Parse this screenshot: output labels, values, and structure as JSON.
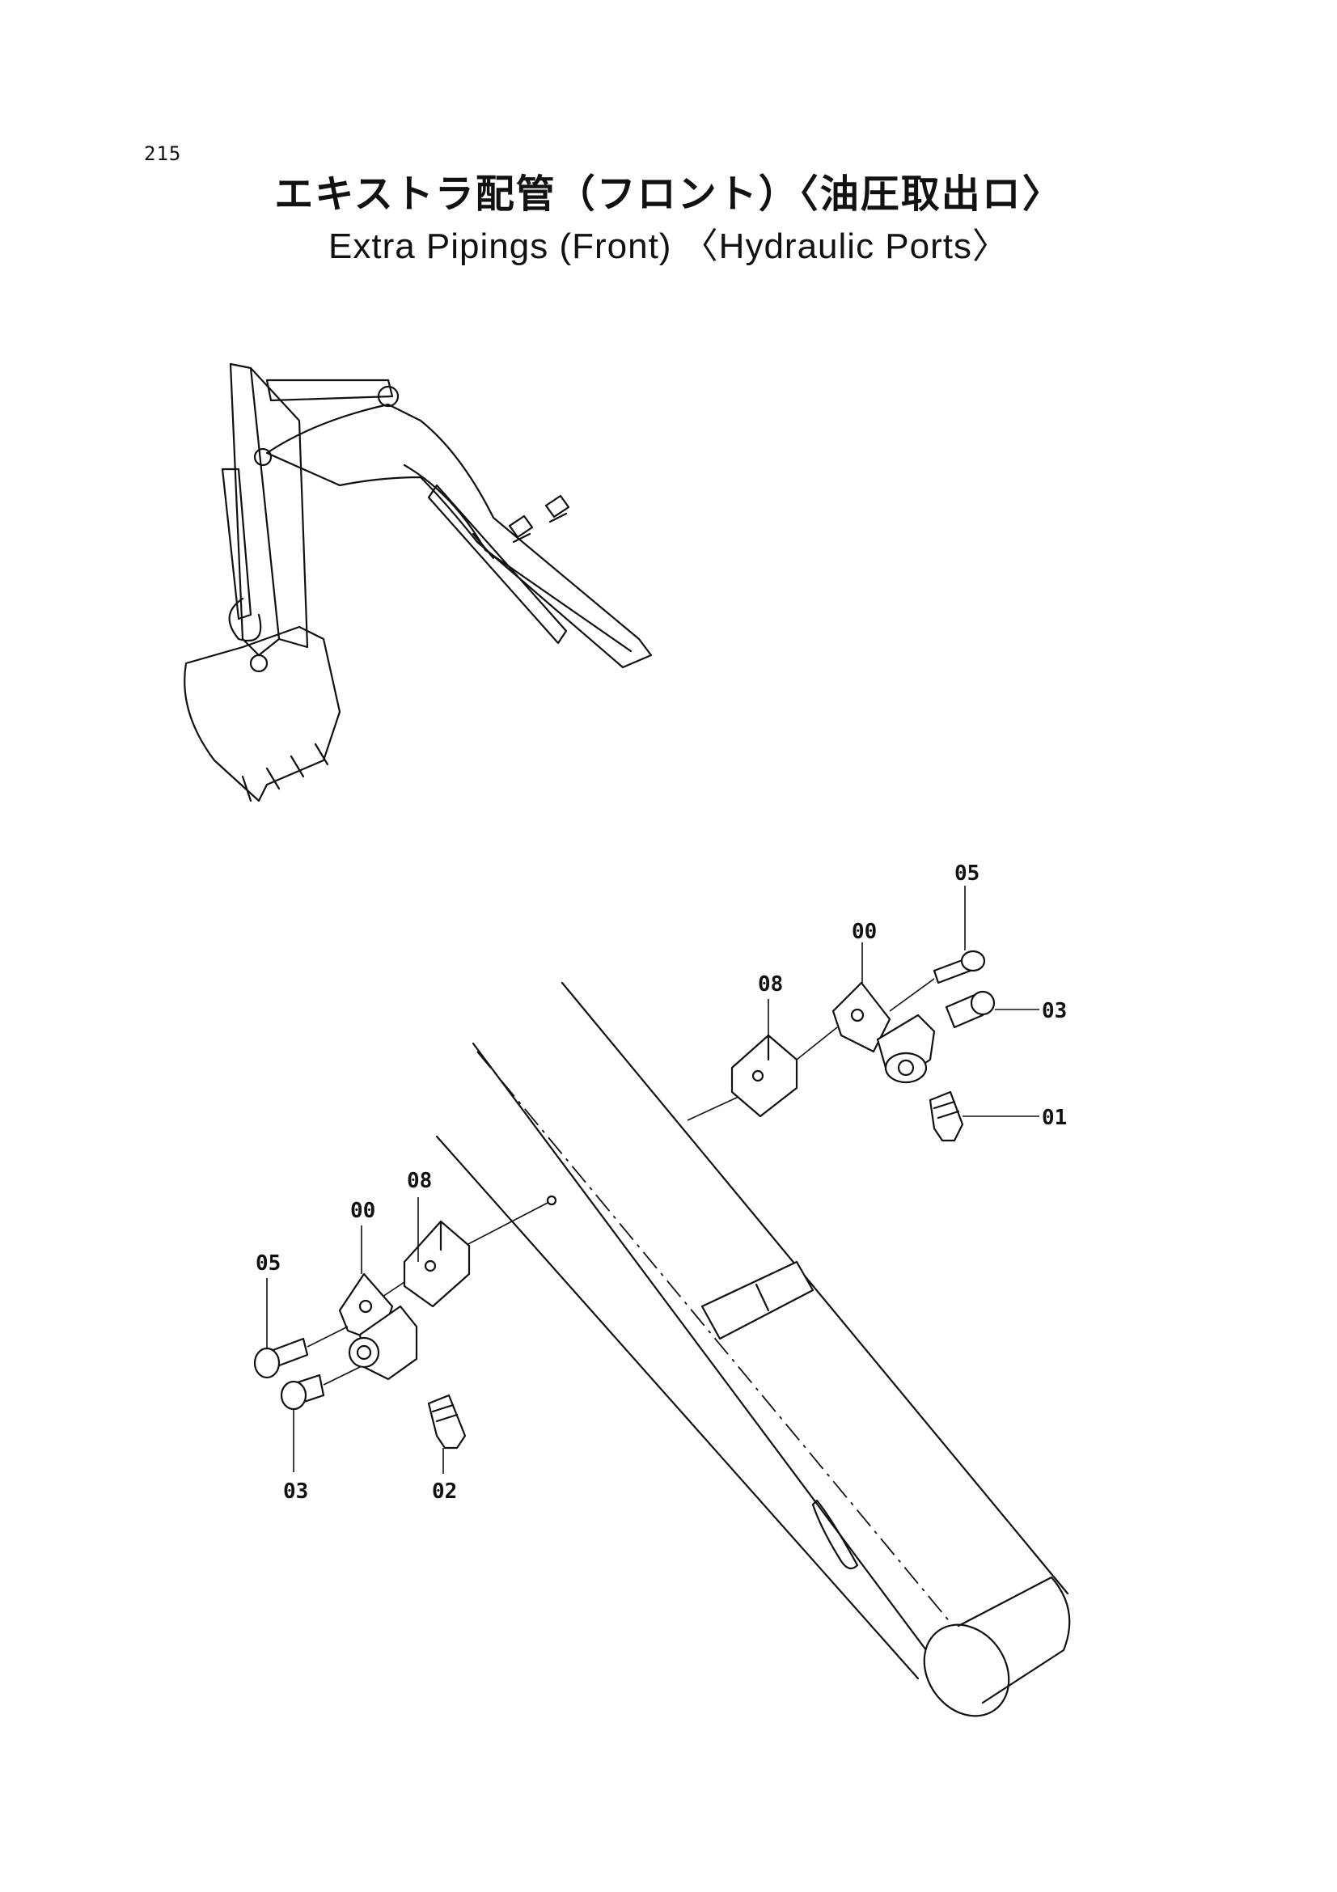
{
  "page": {
    "number": "215",
    "title_ja": "エキストラ配管（フロント）〈油圧取出ロ〉",
    "title_en": "Extra Pipings (Front) 〈Hydraulic Ports〉"
  },
  "callouts": {
    "right_05": "05",
    "right_00": "00",
    "right_08": "08",
    "right_03": "03",
    "right_01": "01",
    "left_08": "08",
    "left_00": "00",
    "left_05": "05",
    "left_03": "03",
    "left_02": "02"
  },
  "colors": {
    "ink": "#111111",
    "paper": "#ffffff"
  }
}
